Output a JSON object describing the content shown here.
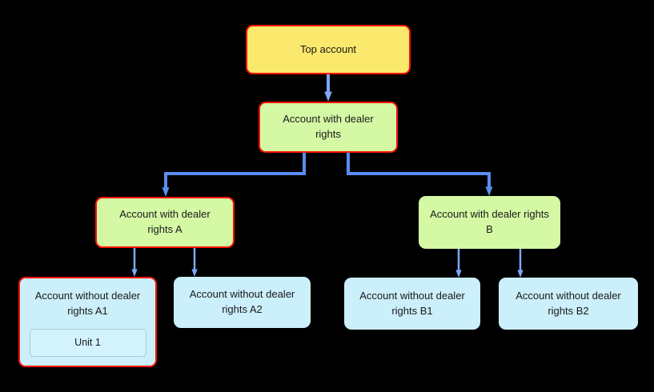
{
  "nodes": {
    "top": {
      "label": "Top account"
    },
    "dealer": {
      "label": "Account with dealer rights"
    },
    "dealer_a": {
      "label": "Account with dealer rights A"
    },
    "dealer_b": {
      "label": "Account with dealer rights B"
    },
    "without_a1": {
      "label": "Account without dealer rights A1",
      "unit_label": "Unit 1"
    },
    "without_a2": {
      "label": "Account without dealer rights A2"
    },
    "without_b1": {
      "label": "Account without dealer rights B1"
    },
    "without_b2": {
      "label": "Account without dealer rights B2"
    }
  },
  "colors": {
    "background": "#000000",
    "top_fill": "#fbe96d",
    "dealer_fill": "#d4f8a4",
    "leaf_fill": "#cbeffb",
    "unit_fill": "#d2f2fc",
    "unit_border": "#a5cdda",
    "highlight_border": "#f91400",
    "arrow_light": "#7da7fa",
    "arrow_dark": "#5b8def",
    "text": "#1a1a1a"
  }
}
